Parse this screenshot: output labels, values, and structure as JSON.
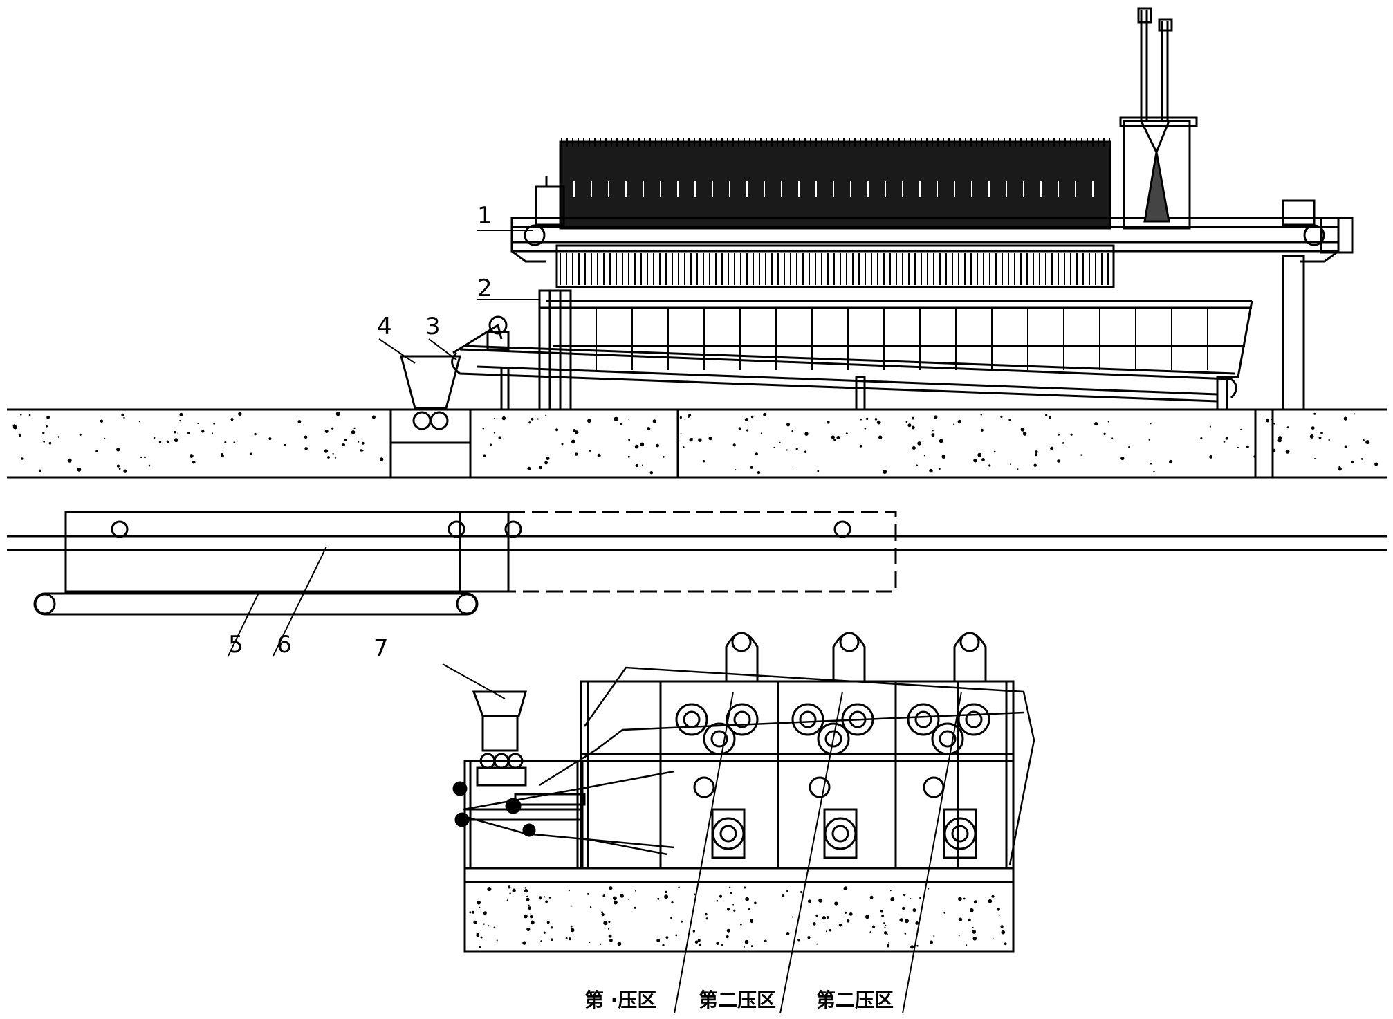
{
  "labels": {
    "l1": "1",
    "l2": "2",
    "l3": "3",
    "l4": "4",
    "l5": "5",
    "l6": "6",
    "l7": "7"
  },
  "zones": {
    "z1": "第 ·压区",
    "z2": "第二压区",
    "z3": "第二压区"
  }
}
